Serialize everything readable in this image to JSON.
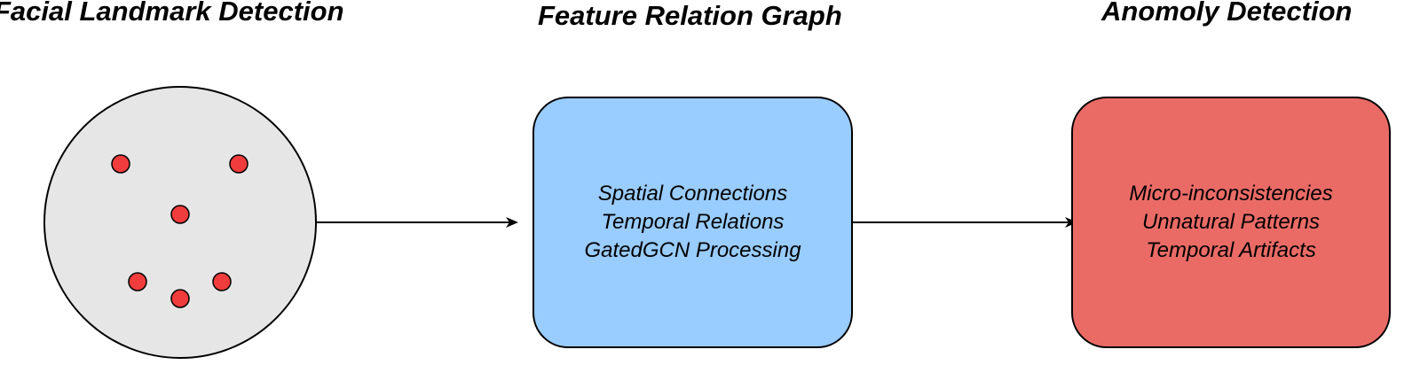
{
  "stages": [
    {
      "title": "Facial Landmark Detection",
      "shape": "circle",
      "fill": "#e6e6e6",
      "landmark_color": "#f03c3c",
      "landmark_count": 6
    },
    {
      "title": "Feature Relation Graph",
      "shape": "rounded-rect",
      "fill": "#99ccff",
      "lines": [
        "Spatial Connections",
        "Temporal Relations",
        "GatedGCN Processing"
      ]
    },
    {
      "title": "Anomoly Detection",
      "shape": "rounded-rect",
      "fill": "#ea6b66",
      "lines": [
        "Micro-inconsistencies",
        "Unnatural Patterns",
        "Temporal Artifacts"
      ]
    }
  ],
  "connectors": [
    {
      "from": "Facial Landmark Detection",
      "to": "Feature Relation Graph"
    },
    {
      "from": "Feature Relation Graph",
      "to": "Anomoly Detection"
    }
  ]
}
